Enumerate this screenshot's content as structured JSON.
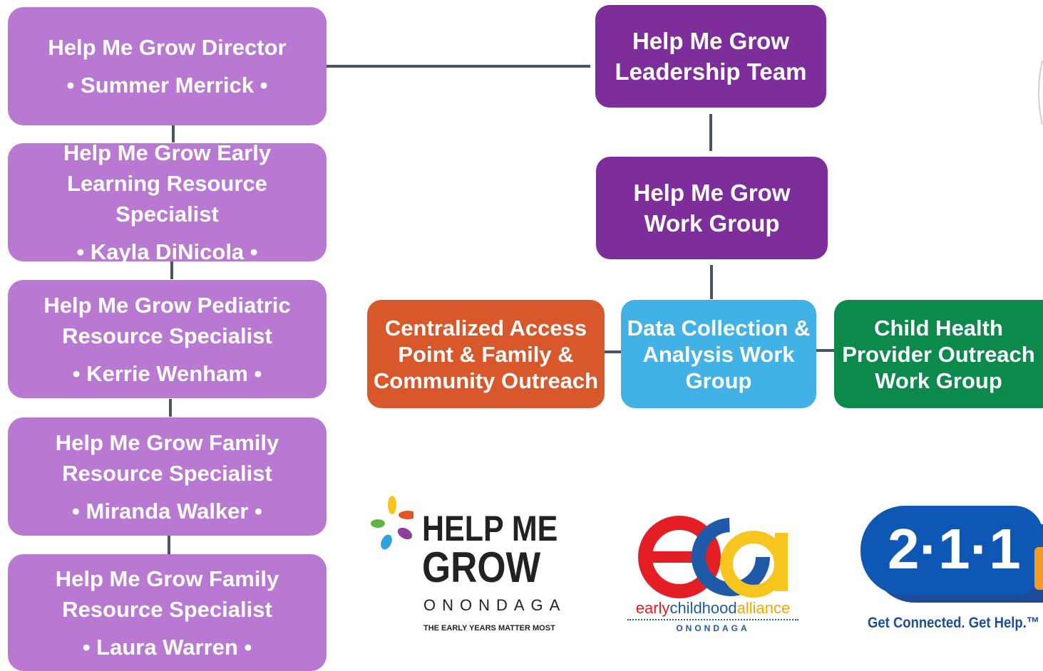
{
  "staff": [
    {
      "title": "Help Me Grow Director",
      "name": "• Summer Merrick •"
    },
    {
      "title": "Help Me Grow Early Learning Resource Specialist",
      "name": "• Kayla DiNicola •"
    },
    {
      "title": "Help Me Grow Pediatric Resource Specialist",
      "name": "• Kerrie Wenham •"
    },
    {
      "title": "Help Me Grow Family Resource Specialist",
      "name": "• Miranda Walker •"
    },
    {
      "title": "Help Me Grow Family Resource Specialist",
      "name": "• Laura Warren •"
    }
  ],
  "leadership": {
    "line1": "Help Me Grow",
    "line2": "Leadership Team"
  },
  "workgroup": {
    "line1": "Help Me Grow",
    "line2": "Work Group"
  },
  "subgroups": [
    {
      "lines": [
        "Centralized Access",
        "Point & Family &",
        "Community Outreach"
      ],
      "color": "#d9582b"
    },
    {
      "lines": [
        "Data Collection &",
        "Analysis Work",
        "Group"
      ],
      "color": "#42b1e6"
    },
    {
      "lines": [
        "Child Health",
        "Provider Outreach",
        "Work Group"
      ],
      "color": "#0b8a4c"
    }
  ],
  "logos": {
    "hmg": {
      "line1": "HELP ME",
      "line2": "GROW",
      "line3": "ONONDAGA",
      "tagline": "THE EARLY YEARS MATTER MOST"
    },
    "eca": {
      "mark": "eca",
      "words": [
        "early",
        "childhood",
        "alliance"
      ],
      "sub": "ONONDAGA"
    },
    "two11": {
      "mark": "2·1·1",
      "tagline": "Get Connected. Get Help.™"
    }
  },
  "colors": {
    "staff": "#b978d1",
    "leadership": "#7e2e9a",
    "connector": "#4a5563"
  }
}
